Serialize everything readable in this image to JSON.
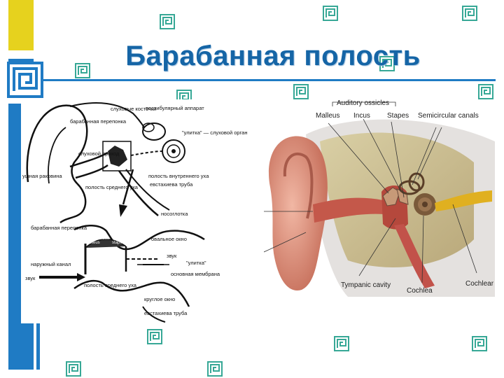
{
  "slide": {
    "title": "Барабанная полость"
  },
  "left_diagram": {
    "labels": {
      "ossicles": "слуховые косточки",
      "vestibular": "вестибулярный аппарат",
      "eardrum_top": "барабанная перепонка",
      "cochlea_organ": "\"улитка\" — слуховой орган",
      "auditory_canal": "слуховой проход",
      "auricle": "ушная раковина",
      "inner_ear_cavity": "полость внутреннего уха",
      "eustachian_top": "евстахиева труба",
      "middle_ear_top": "полость среднего уха",
      "nasopharynx": "носоглотка",
      "eardrum_bottom": "барабанная перепонка",
      "oval_window": "овальное окно",
      "outer_canal": "наружный канал",
      "sound_in": "звук",
      "sound_out": "звук",
      "cochlea_short": "\"улитка\"",
      "middle_ear_bottom": "полость среднего уха",
      "basilar": "основная мембрана",
      "round_window": "круглое окно",
      "eustachian_bottom": "евстахиева труба",
      "malleus": "malleus",
      "incus": "incus",
      "stapes": "stapes"
    }
  },
  "right_diagram": {
    "labels": {
      "ossicles_header": "Auditory ossicles",
      "malleus": "Malleus",
      "incus": "Incus",
      "stapes": "Stapes",
      "semicircular": "Semicircular canals",
      "tympanic": "Tympanic cavity",
      "cochlea": "Cochlea",
      "cochlear_nerve": "Cochlear nerve"
    }
  },
  "colors": {
    "accent_blue": "#1f7bc4",
    "title_blue": "#1565a6",
    "accent_yellow": "#e6d21e",
    "ornament_teal": "#37a896"
  },
  "ornament_icon": "greek-meander-icon"
}
